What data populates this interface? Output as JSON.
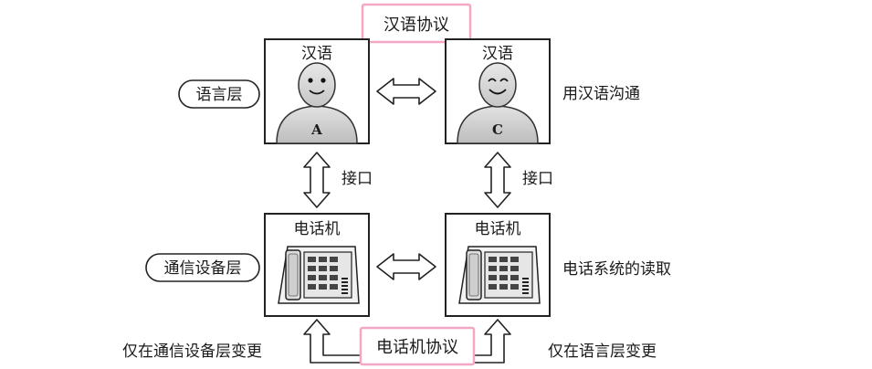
{
  "protocols": {
    "upper": "汉语协议",
    "lower": "电话机协议",
    "highlight_color": "#f4a6c4"
  },
  "layers": {
    "language": "语言层",
    "device": "通信设备层"
  },
  "boxes": {
    "left_top": {
      "heading": "汉语",
      "person": "A"
    },
    "right_top": {
      "heading": "汉语",
      "person": "C"
    },
    "left_bottom": {
      "heading": "电话机"
    },
    "right_bottom": {
      "heading": "电话机"
    }
  },
  "interfaces": {
    "left": "接口",
    "right": "接口"
  },
  "annotations": {
    "language_comm": "用汉语沟通",
    "phone_system": "电话系统的读取",
    "left_change": "仅在通信设备层变更",
    "right_change": "仅在语言层变更"
  }
}
